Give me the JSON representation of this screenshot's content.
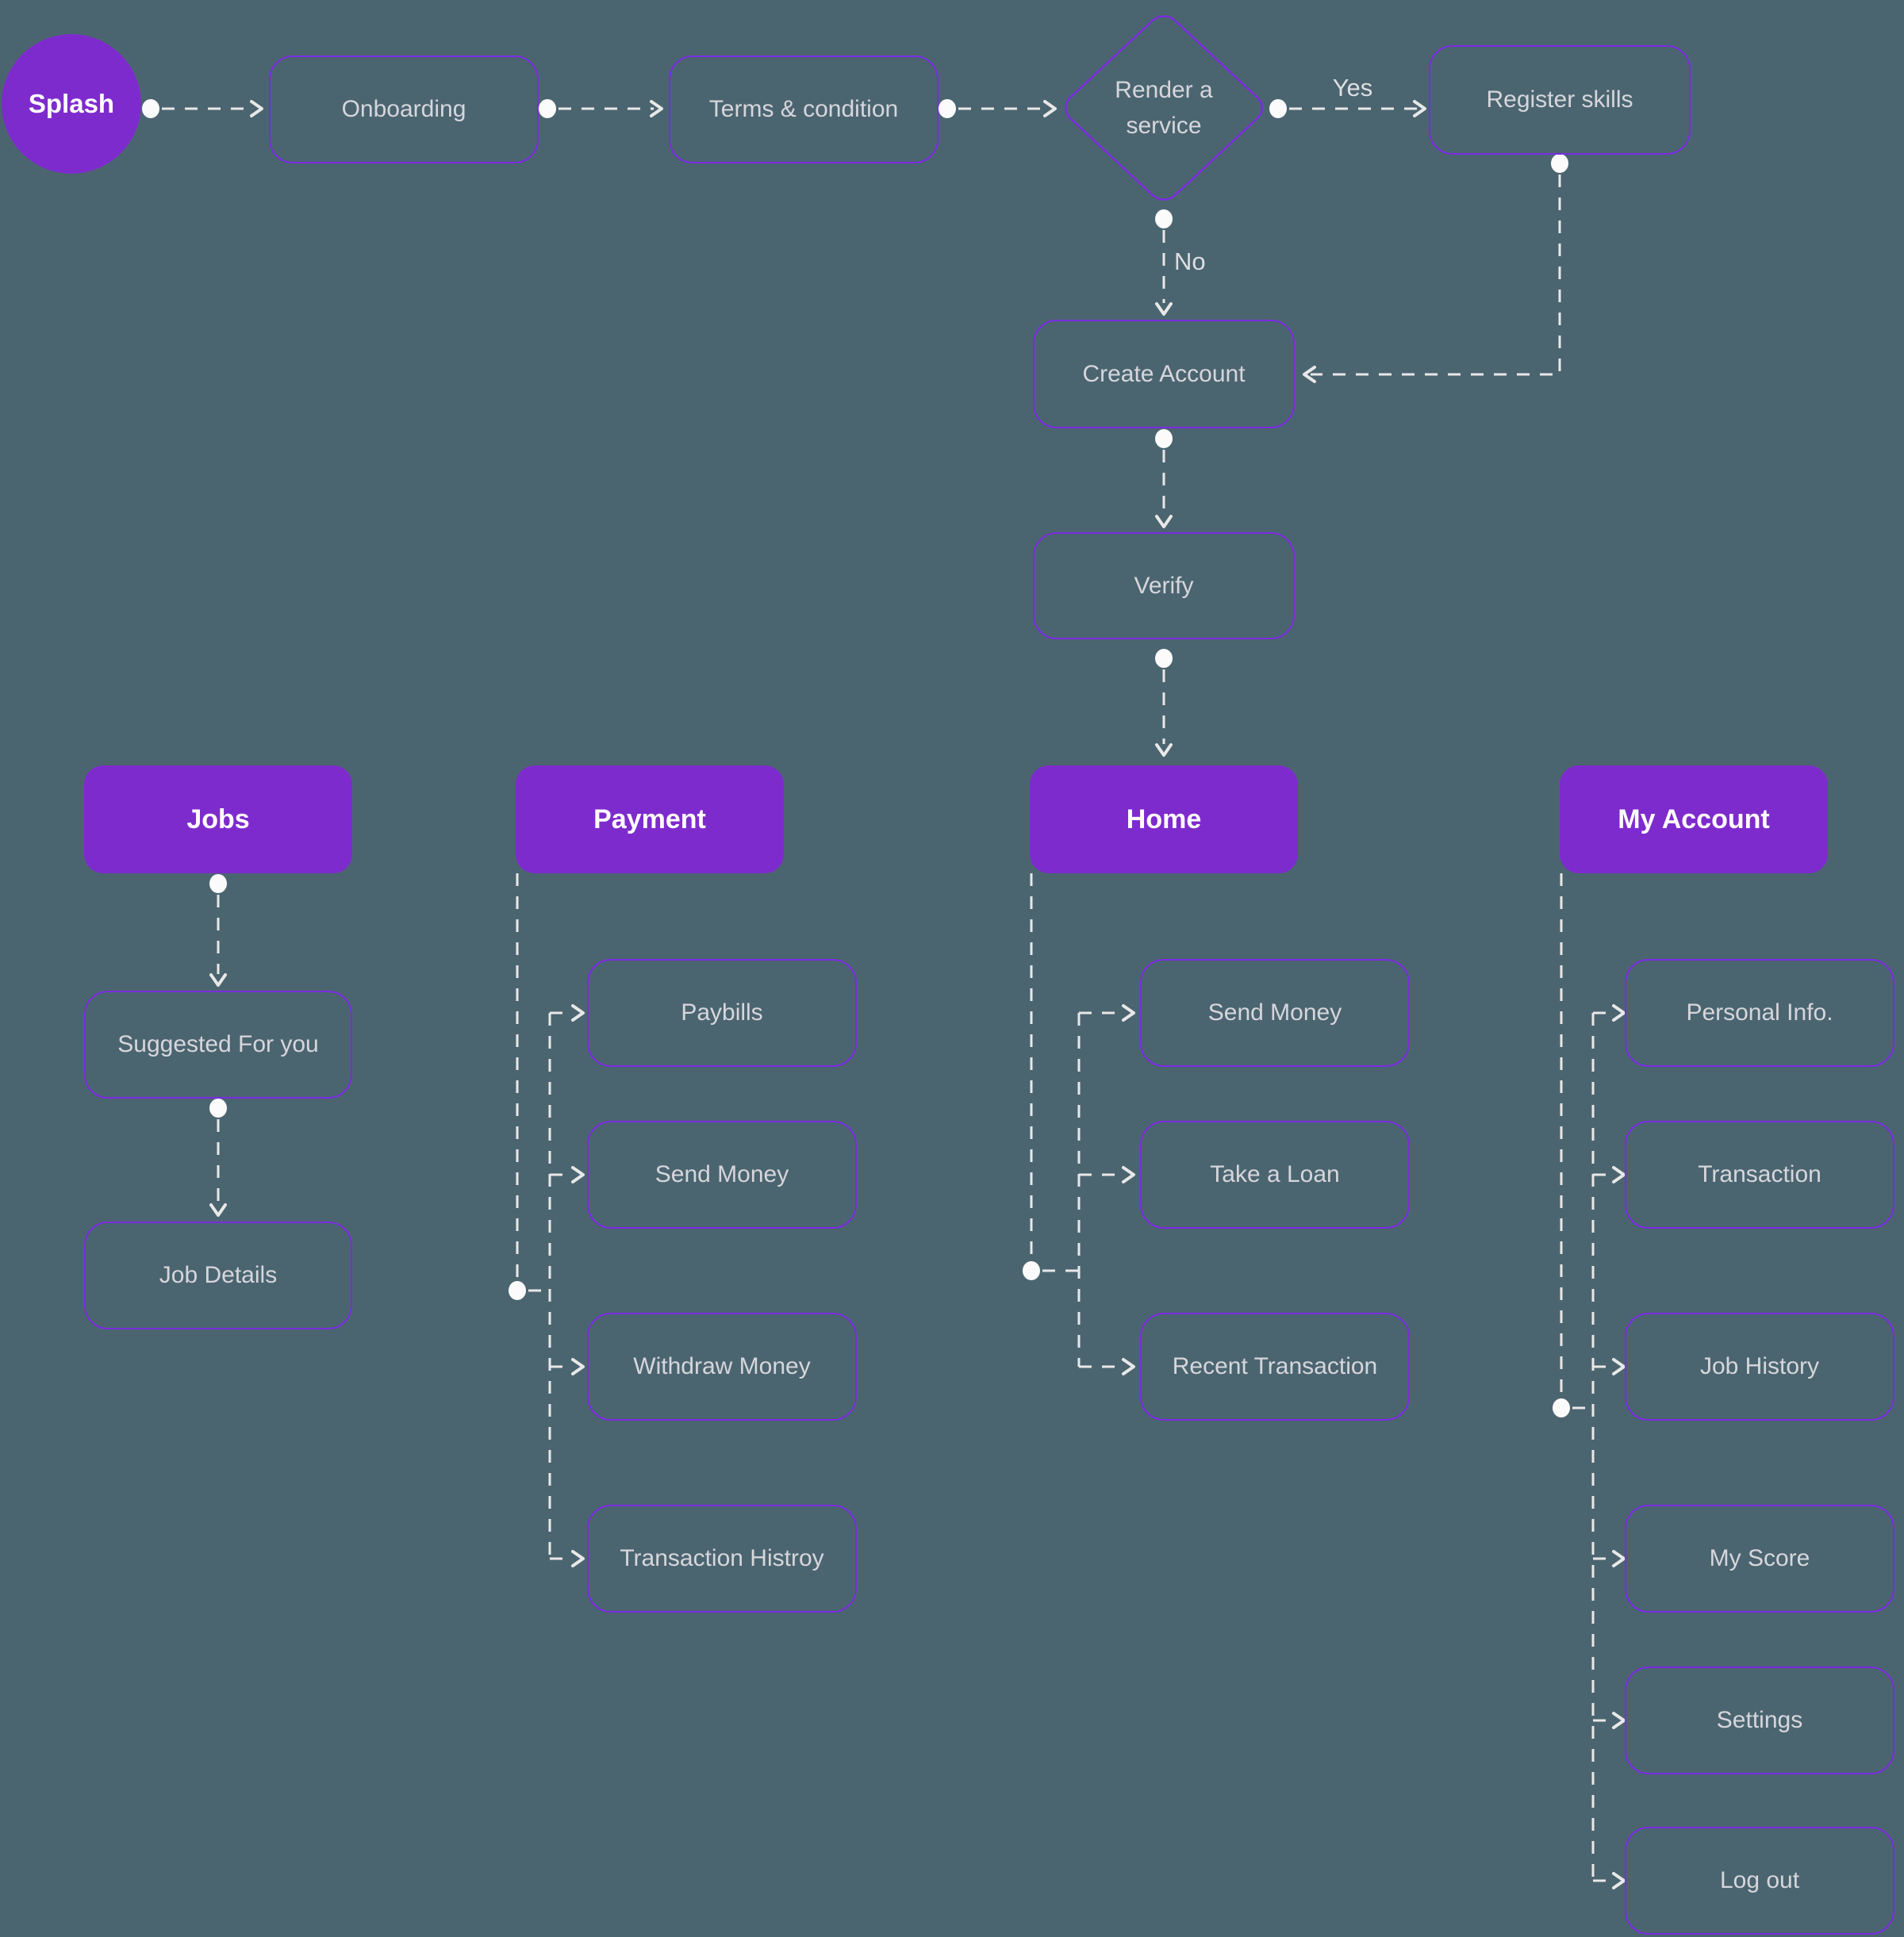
{
  "colors": {
    "background": "#4B6570",
    "node_fill_purple": "#7E2BCE",
    "node_border_purple": "#7C2BE3",
    "connector_line": "#E8E8E8",
    "node_text": "#D6D6DC",
    "header_text": "#FFFFFF"
  },
  "flow": {
    "splash": "Splash",
    "onboarding": "Onboarding",
    "terms": "Terms & condition",
    "decision": "Render a service",
    "yes_label": "Yes",
    "no_label": "No",
    "register_skills": "Register skills",
    "create_account": "Create Account",
    "verify": "Verify"
  },
  "sections": {
    "jobs": {
      "title": "Jobs",
      "items": [
        "Suggested For you",
        "Job Details"
      ]
    },
    "payment": {
      "title": "Payment",
      "items": [
        "Paybills",
        "Send Money",
        "Withdraw Money",
        "Transaction Histroy"
      ]
    },
    "home": {
      "title": "Home",
      "items": [
        "Send Money",
        "Take a Loan",
        "Recent Transaction"
      ]
    },
    "my_account": {
      "title": "My Account",
      "items": [
        "Personal Info.",
        "Transaction",
        "Job History",
        "My Score",
        "Settings",
        "Log out"
      ]
    }
  }
}
